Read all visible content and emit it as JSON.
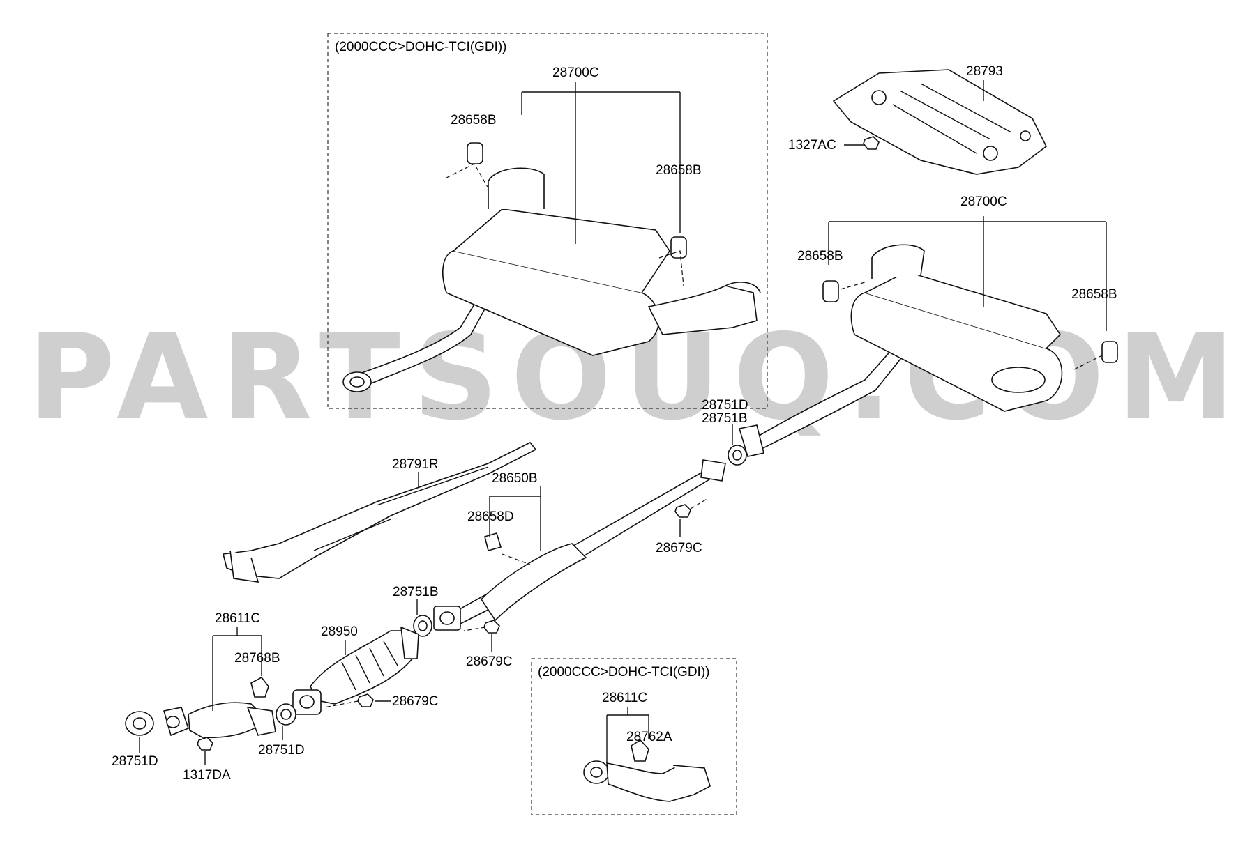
{
  "watermark": "PARTSOUQ.COM",
  "group_labels": {
    "top_box": "(2000CCC>DOHC-TCI(GDI))",
    "bottom_box": "(2000CCC>DOHC-TCI(GDI))"
  },
  "part_numbers": {
    "top_muffler_assy": "28700C",
    "top_hanger_left": "28658B",
    "top_hanger_right": "28658B",
    "heat_shield_rear": "28793",
    "nut_1327ac": "1327AC",
    "rear_muffler_assy": "28700C",
    "rear_hanger_left": "28658B",
    "rear_hanger_right": "28658B",
    "gasket_28751d_upper": "28751D",
    "gasket_28751b_upper": "28751B",
    "heat_shield_center": "28791R",
    "center_muffler_assy": "28650B",
    "center_hanger": "28658D",
    "nut_28679c_upper": "28679C",
    "gasket_28751b_lower": "28751B",
    "nut_28679c_middle": "28679C",
    "catalytic_converter": "28950",
    "nut_28679c_lower": "28679C",
    "front_pipe_assy": "28611C",
    "front_pipe_bracket": "28768B",
    "gasket_28751d_left": "28751D",
    "nut_1317da": "1317DA",
    "gasket_28751d_center": "28751D",
    "alt_front_pipe_assy": "28611C",
    "alt_bracket": "28762A"
  }
}
